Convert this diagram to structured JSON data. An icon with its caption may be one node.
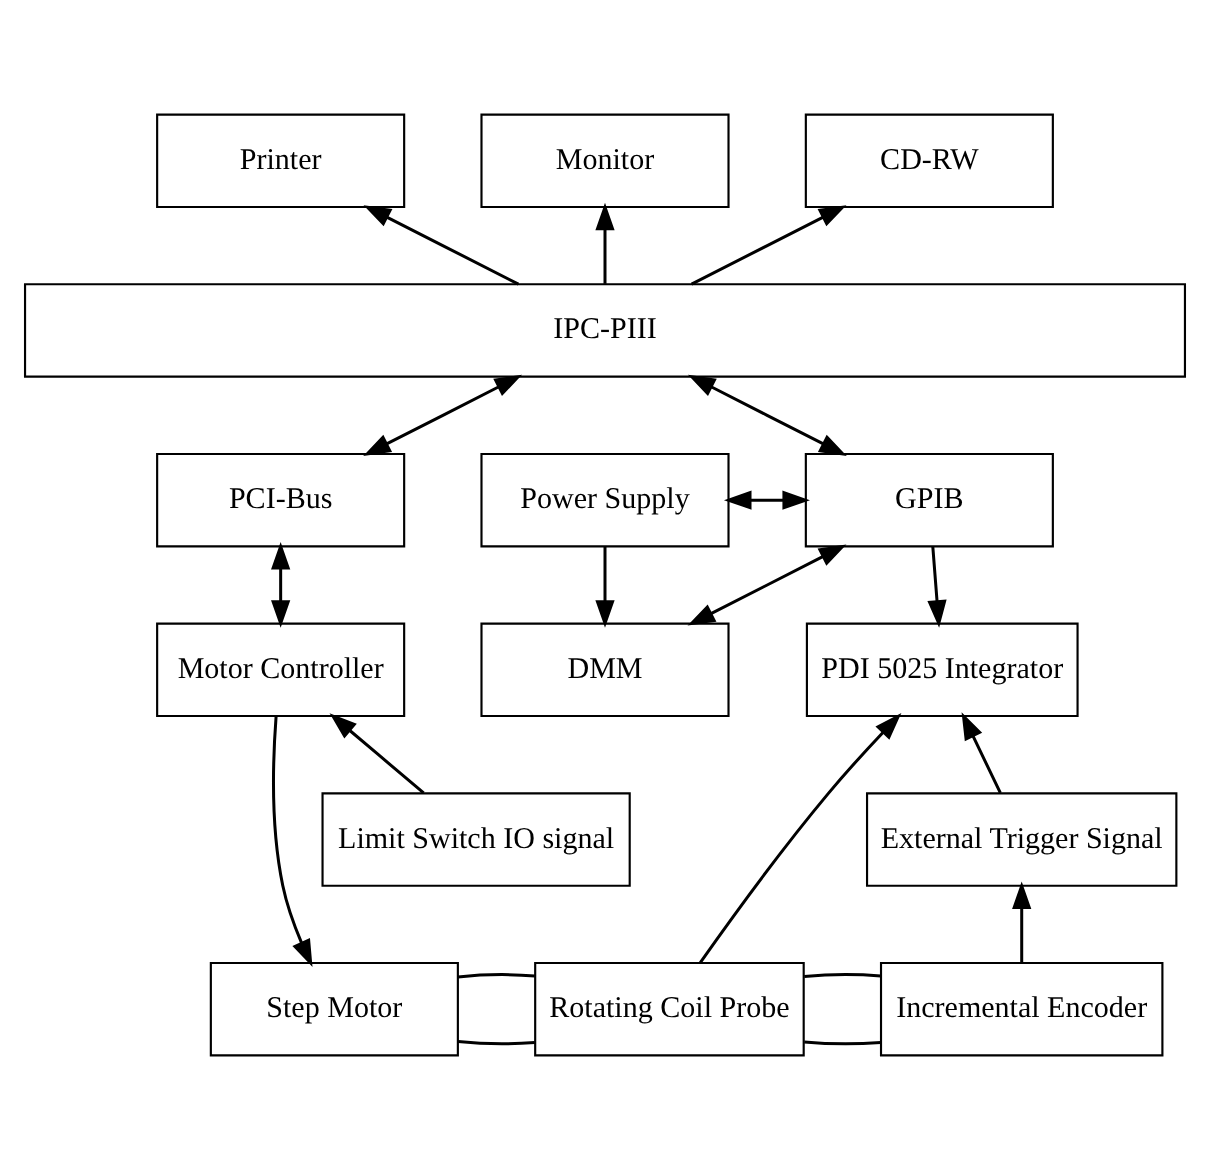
{
  "diagram": {
    "nodes": [
      {
        "text": [
          "Printer"
        ]
      },
      {
        "text": [
          "Monitor"
        ]
      },
      {
        "text": [
          "CD-RW"
        ]
      },
      {
        "text": [
          "IPC-PIII"
        ]
      },
      {
        "text": [
          "PCI-Bus"
        ]
      },
      {
        "text": [
          "Power Supply"
        ]
      },
      {
        "text": [
          "GPIB"
        ]
      },
      {
        "text": [
          "Motor Controller"
        ]
      },
      {
        "text": [
          "DMM"
        ]
      },
      {
        "text": [
          "PDI 5025 Integrator"
        ]
      },
      {
        "text": [
          "Limit Switch IO signal"
        ]
      },
      {
        "text": [
          "External Trigger Signal"
        ]
      },
      {
        "text": [
          "Step Motor"
        ]
      },
      {
        "text": [
          "Rotating Coil Probe"
        ]
      },
      {
        "text": [
          "Incremental Encoder"
        ]
      }
    ],
    "edges": [
      {
        "from": 3,
        "to": 0,
        "arrow": "to"
      },
      {
        "from": 3,
        "to": 1,
        "arrow": "to"
      },
      {
        "from": 3,
        "to": 2,
        "arrow": "to"
      },
      {
        "from": 3,
        "to": 4,
        "arrow": "both"
      },
      {
        "from": 3,
        "to": 6,
        "arrow": "both"
      },
      {
        "from": 4,
        "to": 7,
        "arrow": "both"
      },
      {
        "from": 5,
        "to": 6,
        "arrow": "both"
      },
      {
        "from": 5,
        "to": 8,
        "arrow": "to"
      },
      {
        "from": 8,
        "to": 6,
        "arrow": "both"
      },
      {
        "from": 6,
        "to": 9,
        "arrow": "to"
      },
      {
        "from": 10,
        "to": 7,
        "arrow": "to"
      },
      {
        "from": 7,
        "to": 12,
        "arrow": "to"
      },
      {
        "from": 13,
        "to": 9,
        "arrow": "to"
      },
      {
        "from": 11,
        "to": 9,
        "arrow": "to"
      },
      {
        "from": 14,
        "to": 11,
        "arrow": "to"
      },
      {
        "from": 12,
        "to": 13,
        "arrow": "none"
      },
      {
        "from": 12,
        "to": 13,
        "arrow": "none"
      },
      {
        "from": 13,
        "to": 14,
        "arrow": "none"
      },
      {
        "from": 13,
        "to": 14,
        "arrow": "none"
      }
    ]
  }
}
